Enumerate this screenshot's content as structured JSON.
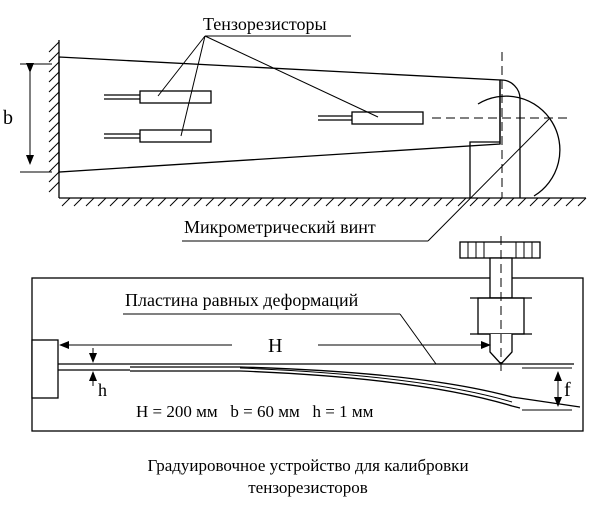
{
  "labels": {
    "strain_gauges": "Тензорезисторы",
    "width_symbol": "b",
    "micrometer_screw": "Микрометрический винт",
    "plate": "Пластина равных деформаций",
    "length_symbol": "H",
    "thickness_symbol": "h",
    "deflection_symbol": "f",
    "parameters": "H = 200 мм   b = 60 мм   h = 1 мм"
  },
  "caption": {
    "line1": "Градуировочное устройство для калибровки",
    "line2": "тензорезисторов"
  }
}
